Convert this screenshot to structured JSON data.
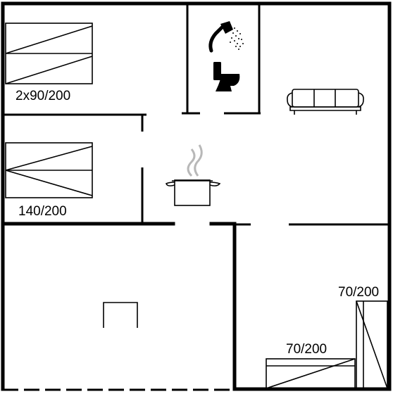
{
  "floor_plan": {
    "beds": [
      {
        "id": "bed-twin",
        "label": "2x90/200"
      },
      {
        "id": "bed-double",
        "label": "140/200"
      },
      {
        "id": "bed-single-upper",
        "label": "70/200"
      },
      {
        "id": "bed-single-lower",
        "label": "70/200"
      }
    ],
    "icons": [
      "shower-icon",
      "toilet-icon",
      "sofa-icon",
      "cooking-pot-icon",
      "table-icon"
    ],
    "colors": {
      "wall": "#000000",
      "background": "#ffffff"
    }
  }
}
